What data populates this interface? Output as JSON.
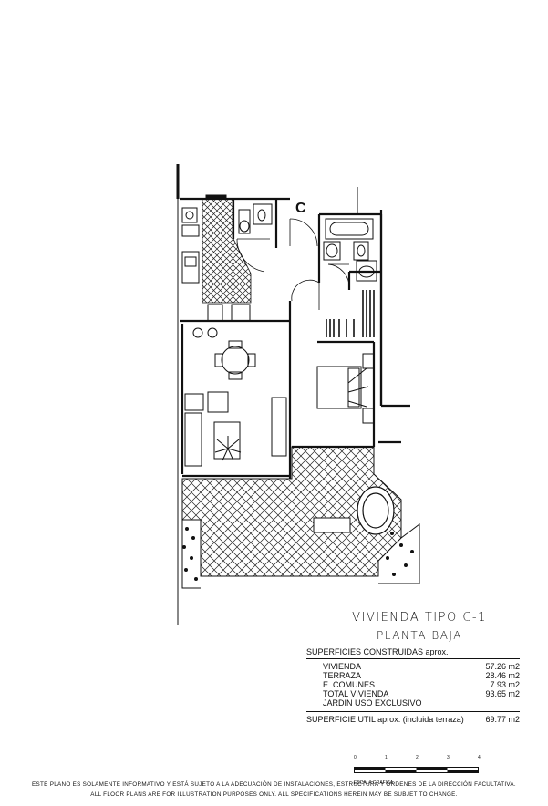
{
  "plan": {
    "unit_letter": "C"
  },
  "titles": {
    "main": "VIVIENDA TIPO C-1",
    "sub": "PLANTA BAJA"
  },
  "surfaces": {
    "header": "SUPERFICIES CONSTRUIDAS aprox.",
    "rows": [
      {
        "label": "VIVIENDA",
        "value": "57.26 m2"
      },
      {
        "label": "TERRAZA",
        "value": "28.46 m2"
      },
      {
        "label": "E. COMUNES",
        "value": "7.93 m2"
      },
      {
        "label": "TOTAL VIVIENDA",
        "value": "93.65 m2"
      },
      {
        "label": "JARDIN USO EXCLUSIVO",
        "value": ""
      }
    ],
    "util_label": "SUPERFICIE UTIL aprox. (incluida terraza)",
    "util_value": "69.77 m2"
  },
  "scale": {
    "ticks": [
      "0",
      "1",
      "2",
      "3",
      "4"
    ],
    "label": "ESCALA GRAFICA"
  },
  "disclaimer": {
    "es": "ESTE PLANO ES SOLAMENTE INFORMATIVO Y ESTÁ SUJETO A LA  ADECUACIÓN DE INSTALACIONES, ESTRUCTURA Y ÓRDENES DE LA DIRECCIÓN FACULTATIVA.",
    "en": "ALL FLOOR PLANS ARE FOR ILLUSTRATION PURPOSES ONLY. ALL SPECIFICATIONS HEREIN MAY BE SUBJET TO CHANGE."
  }
}
